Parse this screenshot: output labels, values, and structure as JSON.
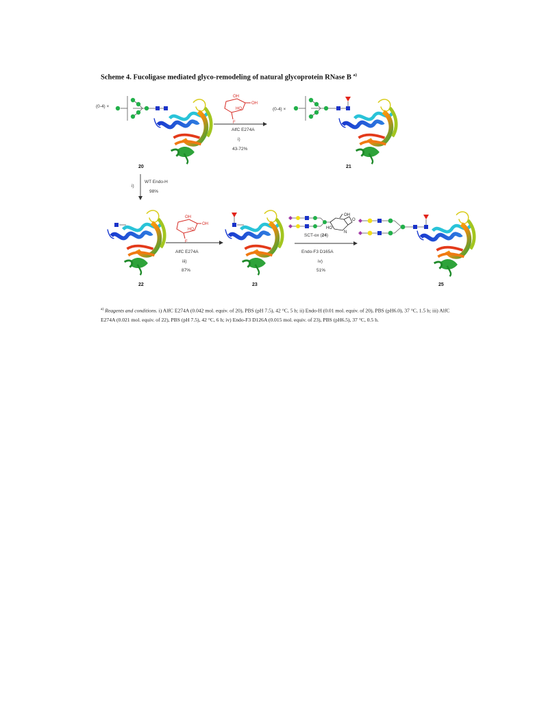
{
  "title": {
    "text": "Scheme 4. Fucoligase mediated glyco-remodeling of natural glycoprotein RNase B",
    "superscript": "a)"
  },
  "repeat_label": "(0-4) ×",
  "reactions": {
    "r1": {
      "reagent": "AlfC E274A",
      "step": "i)",
      "yield": "43-72%"
    },
    "r2": {
      "step": "i)",
      "reagent": "WT Endo-H",
      "yield": "98%"
    },
    "r3": {
      "reagent": "AlfC E274A",
      "step": "iii)",
      "yield": "87%"
    },
    "r4": {
      "reagent_prefix": "SCT-ox (",
      "reagent_number": "24",
      "reagent_suffix": ")",
      "enzyme": "Endo-F3 D165A",
      "step": "iv)",
      "yield": "51%"
    }
  },
  "compounds": {
    "c20": "20",
    "c21": "21",
    "c22": "22",
    "c23": "23",
    "c25": "25"
  },
  "fucosyl_fluoride_labels": {
    "oh": "OH",
    "ho": "HO",
    "f": "F"
  },
  "oxazoline_labels": {
    "oh": "OH",
    "ho": "HO",
    "o": "O",
    "n": "N"
  },
  "footnote": {
    "marker": "a)",
    "lead": "Reagents and conditions.",
    "text": " i) AlfC E274A (0.042 mol. equiv. of 20), PBS (pH 7.5), 42 °C, 5 h; ii) Endo-H (0.01 mol. equiv. of 20), PBS (pH6.0), 37 °C, 1.5 h; iii) AlfC E274A (0.021 mol. equiv. of 22), PBS (pH 7.5), 42 °C, 6 h; iv) Endo-F3 D126A (0.015 mol. equiv. of 23), PBS (pH6.5), 37 °C, 0.5 h."
  },
  "colors": {
    "mannose": "#22b04a",
    "glcnac": "#1a33c9",
    "fucose": "#e2231a",
    "galactose": "#f2dc1a",
    "sialic_acid": "#a23aa8",
    "reagent_red": "#d62a23",
    "arrow": "#333333"
  }
}
